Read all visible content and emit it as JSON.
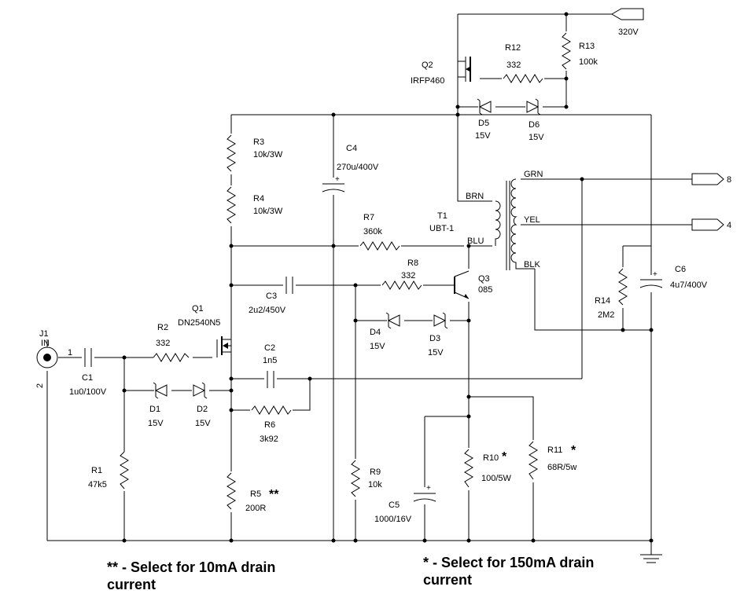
{
  "components": {
    "J1": {
      "ref": "J1",
      "value": "IN",
      "pin1": "1",
      "pin2": "2"
    },
    "C1": {
      "ref": "C1",
      "value": "1u0/100V"
    },
    "R1": {
      "ref": "R1",
      "value": "47k5"
    },
    "R2": {
      "ref": "R2",
      "value": "332"
    },
    "D1": {
      "ref": "D1",
      "value": "15V"
    },
    "D2": {
      "ref": "D2",
      "value": "15V"
    },
    "Q1": {
      "ref": "Q1",
      "value": "DN2540N5"
    },
    "R3": {
      "ref": "R3",
      "value": "10k/3W"
    },
    "R4": {
      "ref": "R4",
      "value": "10k/3W"
    },
    "R5": {
      "ref": "R5",
      "value": "200R",
      "mark": "**"
    },
    "R6": {
      "ref": "R6",
      "value": "3k92"
    },
    "C2": {
      "ref": "C2",
      "value": "1n5"
    },
    "C3": {
      "ref": "C3",
      "value": "2u2/450V"
    },
    "C4": {
      "ref": "C4",
      "value": "270u/400V"
    },
    "R7": {
      "ref": "R7",
      "value": "360k"
    },
    "R8": {
      "ref": "R8",
      "value": "332"
    },
    "D3": {
      "ref": "D3",
      "value": "15V"
    },
    "D4": {
      "ref": "D4",
      "value": "15V"
    },
    "Q3": {
      "ref": "Q3",
      "value": "085"
    },
    "R9": {
      "ref": "R9",
      "value": "10k"
    },
    "C5": {
      "ref": "C5",
      "value": "1000/16V"
    },
    "R10": {
      "ref": "R10",
      "value": "100/5W",
      "mark": "*"
    },
    "R11": {
      "ref": "R11",
      "value": "68R/5w",
      "mark": "*"
    },
    "Q2": {
      "ref": "Q2",
      "value": "IRFP460"
    },
    "R12": {
      "ref": "R12",
      "value": "332"
    },
    "R13": {
      "ref": "R13",
      "value": "100k"
    },
    "D5": {
      "ref": "D5",
      "value": "15V"
    },
    "D6": {
      "ref": "D6",
      "value": "15V"
    },
    "T1": {
      "ref": "T1",
      "value": "UBT-1"
    },
    "C6": {
      "ref": "C6",
      "value": "4u7/400V"
    },
    "R14": {
      "ref": "R14",
      "value": "2M2"
    }
  },
  "nets": {
    "supply": "320V",
    "out_high": "8",
    "out_low": "4"
  },
  "transformer_leads": {
    "brn": "BRN",
    "blu": "BLU",
    "grn": "GRN",
    "yel": "YEL",
    "blk": "BLK"
  },
  "notes": {
    "note1_line1": "** - Select for 10mA drain",
    "note1_line2": "current",
    "note2_line1": "* - Select for 150mA drain",
    "note2_line2": "current"
  }
}
